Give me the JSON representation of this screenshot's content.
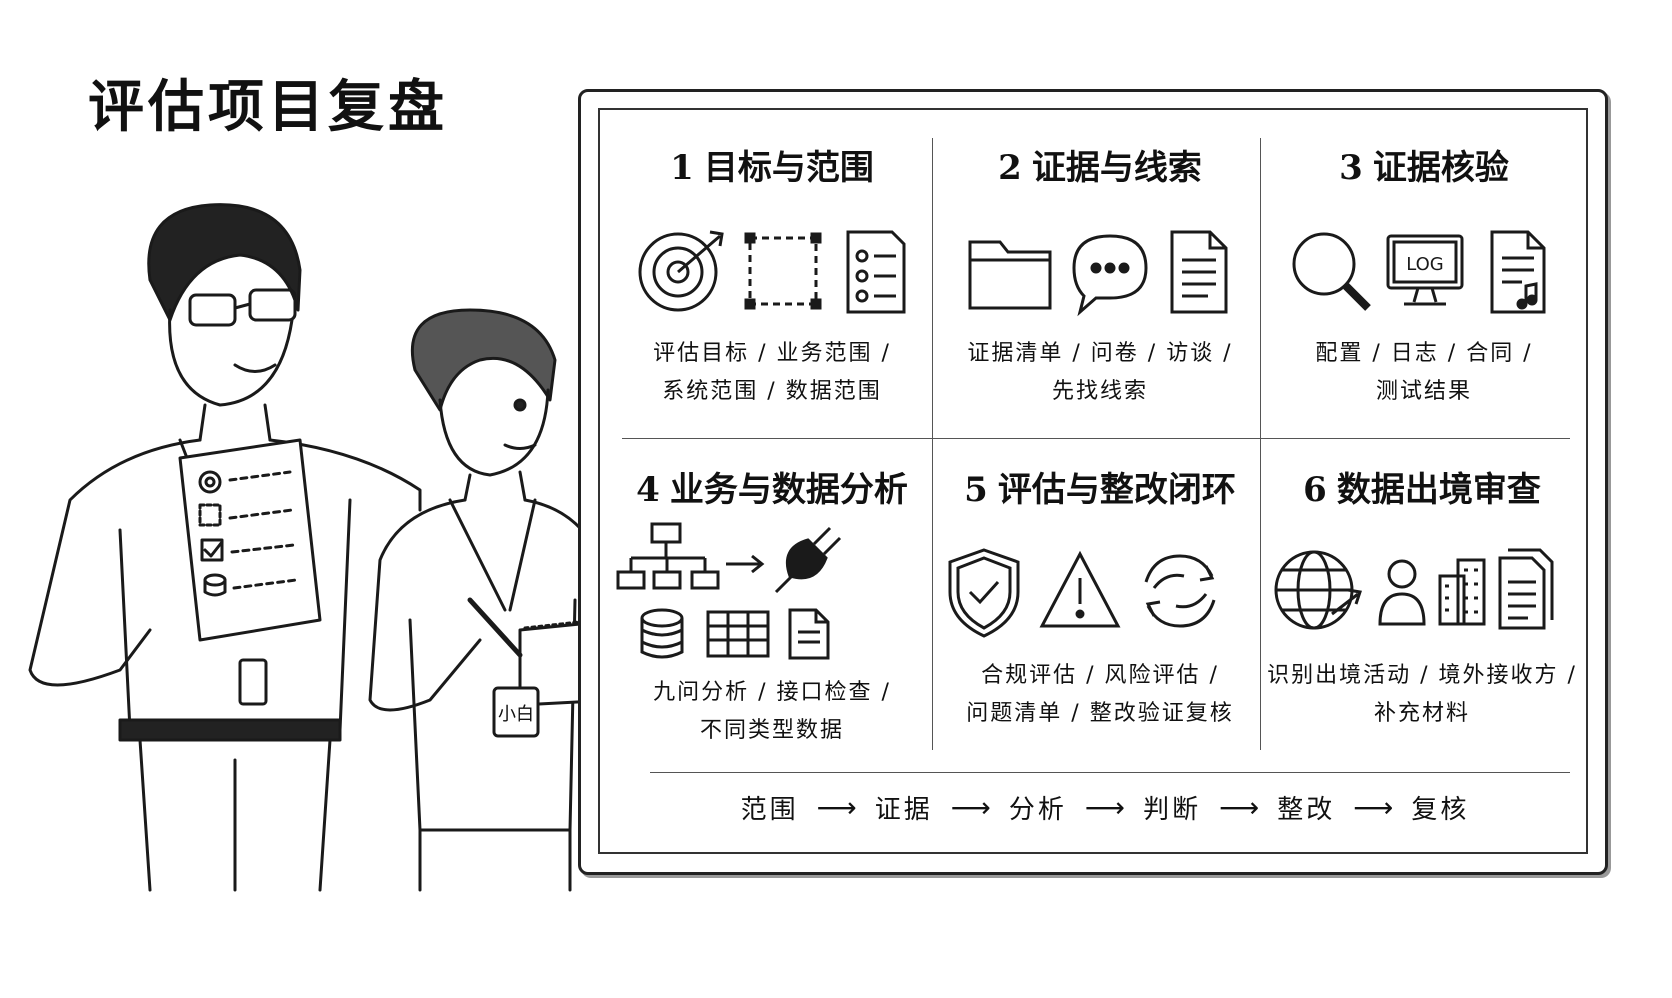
{
  "page": {
    "title": "评估项目复盘"
  },
  "people": {
    "junior_badge": "小白"
  },
  "panels": [
    {
      "number": "1",
      "title": "目标与范围",
      "text_lines": [
        "评估目标 / 业务范围 /",
        "系统范围 / 数据范围"
      ],
      "icons": [
        "target-icon",
        "dashed-scope-box-icon",
        "checklist-icon"
      ]
    },
    {
      "number": "2",
      "title": "证据与线索",
      "text_lines": [
        "证据清单 / 问卷 / 访谈 /",
        "先找线索"
      ],
      "icons": [
        "folder-icon",
        "chat-bubble-icon",
        "document-icon"
      ]
    },
    {
      "number": "3",
      "title": "证据核验",
      "text_lines": [
        "配置 / 日志 / 合同 /",
        "测试结果"
      ],
      "icons": [
        "magnifier-icon",
        "log-monitor-icon",
        "music-document-icon"
      ],
      "log_label": "LOG"
    },
    {
      "number": "4",
      "title": "业务与数据分析",
      "text_lines": [
        "九问分析 / 接口检查 /",
        "不同类型数据"
      ],
      "icons": [
        "org-chart-icon",
        "arrow-right-icon",
        "plug-icon",
        "database-icon",
        "table-icon",
        "document-icon"
      ]
    },
    {
      "number": "5",
      "title": "评估与整改闭环",
      "text_lines": [
        "合规评估 / 风险评估 /",
        "问题清单 / 整改验证复核"
      ],
      "icons": [
        "shield-check-icon",
        "warning-icon",
        "cycle-icon"
      ]
    },
    {
      "number": "6",
      "title": "数据出境审查",
      "text_lines": [
        "识别出境活动 / 境外接收方 /",
        "补充材料"
      ],
      "icons": [
        "globe-transfer-icon",
        "person-icon",
        "building-icon",
        "documents-icon"
      ]
    }
  ],
  "flow": {
    "steps": [
      "范围",
      "证据",
      "分析",
      "判断",
      "整改",
      "复核"
    ],
    "arrow": "⟶"
  }
}
